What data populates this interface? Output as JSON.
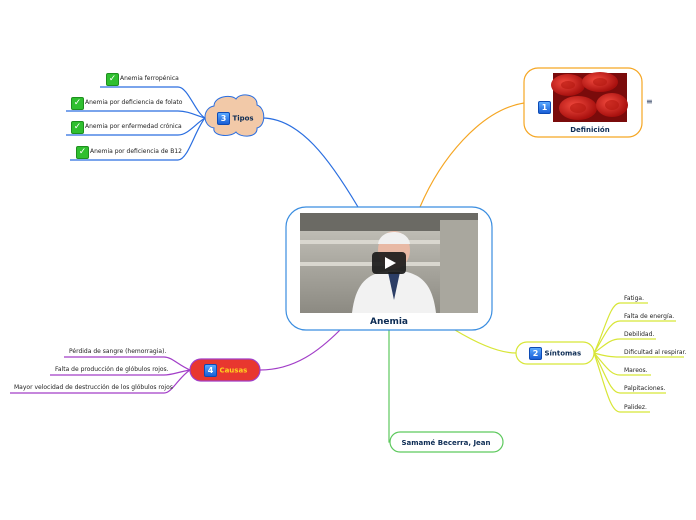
{
  "central": {
    "title": "Anemia",
    "play_icon": "play-icon"
  },
  "definicion": {
    "number": "1",
    "title": "Definición",
    "note_icon": "note-icon"
  },
  "sintomas": {
    "number": "2",
    "title": "Síntomas",
    "items": [
      "Fatiga.",
      "Falta de energía.",
      "Debilidad.",
      "Dificultad al respirar.",
      "Mareos.",
      "Palpitaciones.",
      "Palidez."
    ]
  },
  "tipos": {
    "number": "3",
    "title": "Tipos",
    "items": [
      "Anemia ferropénica",
      "Anemia por deficiencia de folato",
      "Anemia por enfermedad crónica",
      "Anemia por deficiencia de B12"
    ]
  },
  "causas": {
    "number": "4",
    "title": "Causas",
    "items": [
      "Pérdida de sangre (hemorragia).",
      "Falta de producción de glóbulos rojos.",
      "Mayor velocidad de destrucción de los glóbulos rojos"
    ]
  },
  "author": {
    "name": "Samamé Becerra, Jean"
  },
  "colors": {
    "central_border": "#3a8de0",
    "definicion": "#f5a623",
    "sintomas": "#d8e637",
    "tipos": "#2a6ee0",
    "causas": "#a23ec8",
    "author": "#5ec95e",
    "check": "#2fbf2f"
  }
}
